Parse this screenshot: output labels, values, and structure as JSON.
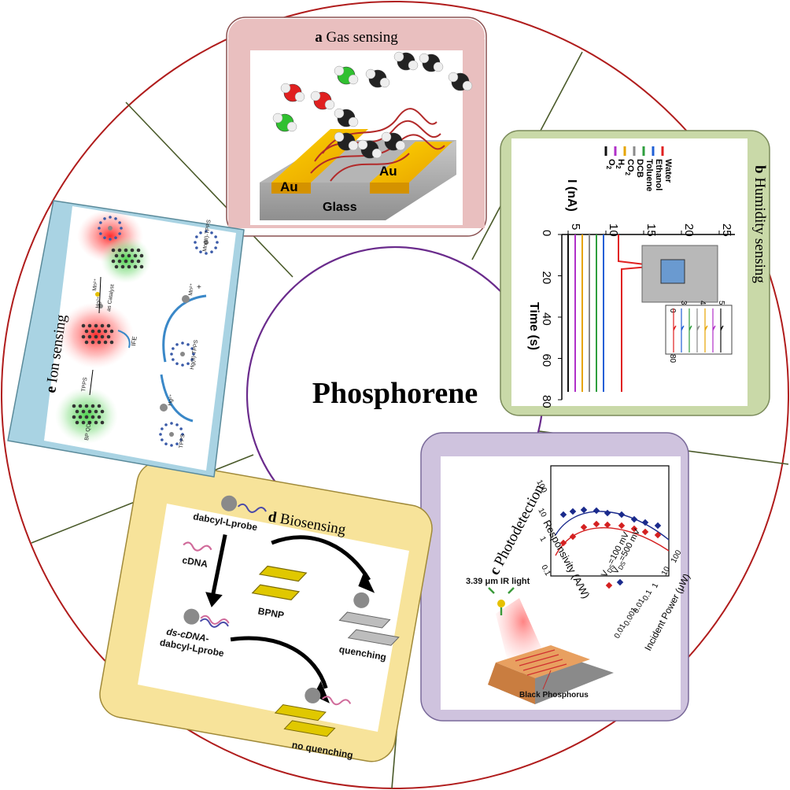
{
  "center": {
    "title": "Phosphorene"
  },
  "colors": {
    "outer_ring": "#b01c1c",
    "inner_ring": "#6a2b8c",
    "divider": "#4a5a2a",
    "panel_a": "#e9bfbf",
    "panel_b": "#c9d9a8",
    "panel_c": "#cfc3de",
    "panel_d": "#f7e39a",
    "panel_e": "#a9d3e3"
  },
  "panels": {
    "a": {
      "letter": "a",
      "title": "Gas sensing",
      "labels": {
        "electrode_left": "Au",
        "electrode_right": "Au",
        "substrate": "Glass"
      }
    },
    "b": {
      "letter": "b",
      "title": "Humidity sensing",
      "ylabel": "I (nA)",
      "xlabel": "Time (s)",
      "y_ticks": [
        "5",
        "10",
        "15",
        "20",
        "25"
      ],
      "x_ticks": [
        "0",
        "20",
        "40",
        "60",
        "80"
      ],
      "inset_y_ticks": [
        "3",
        "4",
        "5"
      ],
      "inset_x_ticks": [
        "0",
        "80"
      ],
      "legend": [
        {
          "label": "Water",
          "color": "#e02020"
        },
        {
          "label": "Ethanol",
          "color": "#1f5fd6"
        },
        {
          "label": "Toluene",
          "color": "#2e9e3e"
        },
        {
          "label": "DCB",
          "color": "#8a8a8a"
        },
        {
          "label": "CO",
          "sub": "2",
          "color": "#e6a400"
        },
        {
          "label": "H",
          "sub": "2",
          "color": "#b030c8"
        },
        {
          "label": "O",
          "sub": "2",
          "color": "#111111"
        }
      ]
    },
    "c": {
      "letter": "c",
      "title": "Photodetection",
      "ylabel": "Responsivity (A/W)",
      "xlabel": "Incident Power (μW)",
      "y_ticks": [
        "0.1",
        "1",
        "10",
        "100"
      ],
      "x_ticks": [
        "0.01",
        "0.001",
        "0.01",
        "0.1",
        "1",
        "10",
        "100"
      ],
      "legend": [
        {
          "prefix": "V",
          "sub": "DS",
          "label": "=100 mV",
          "color": "#d42020"
        },
        {
          "prefix": "V",
          "sub": "DS",
          "label": "=500 mV",
          "color": "#1a2a8c"
        }
      ],
      "labels": {
        "light": "3.39 μm IR light",
        "material": "Black Phosphorus"
      }
    },
    "d": {
      "letter": "d",
      "title": "Biosensing",
      "labels": {
        "probe": "dabcyl-Lprobe",
        "target": "cDNA",
        "duplex_line1": "ds-cDNA-",
        "duplex_line2": "dabcyl-Lprobe",
        "nanoplatelet": "BPNP",
        "quenching": "quenching",
        "no_quenching": "no quenching"
      }
    },
    "e": {
      "letter": "e",
      "title": "Ion sensing",
      "labels": {
        "mn_tpps": "Mn(III)-TPPS",
        "hg_tpps": "Hg(II)-TPPS",
        "tpps_bottom": "TPPS",
        "bp_qds": "BP QDs",
        "tpps_arrow": "TPPS",
        "ife": "IFE",
        "mn_ion": "Mn²⁺",
        "hg_ion": "Hg²⁺",
        "catalyst": "as Catalyst",
        "mn_ion2": "Mn²⁺",
        "hg_ion2": "Hg²⁺",
        "plus": "+"
      }
    }
  }
}
